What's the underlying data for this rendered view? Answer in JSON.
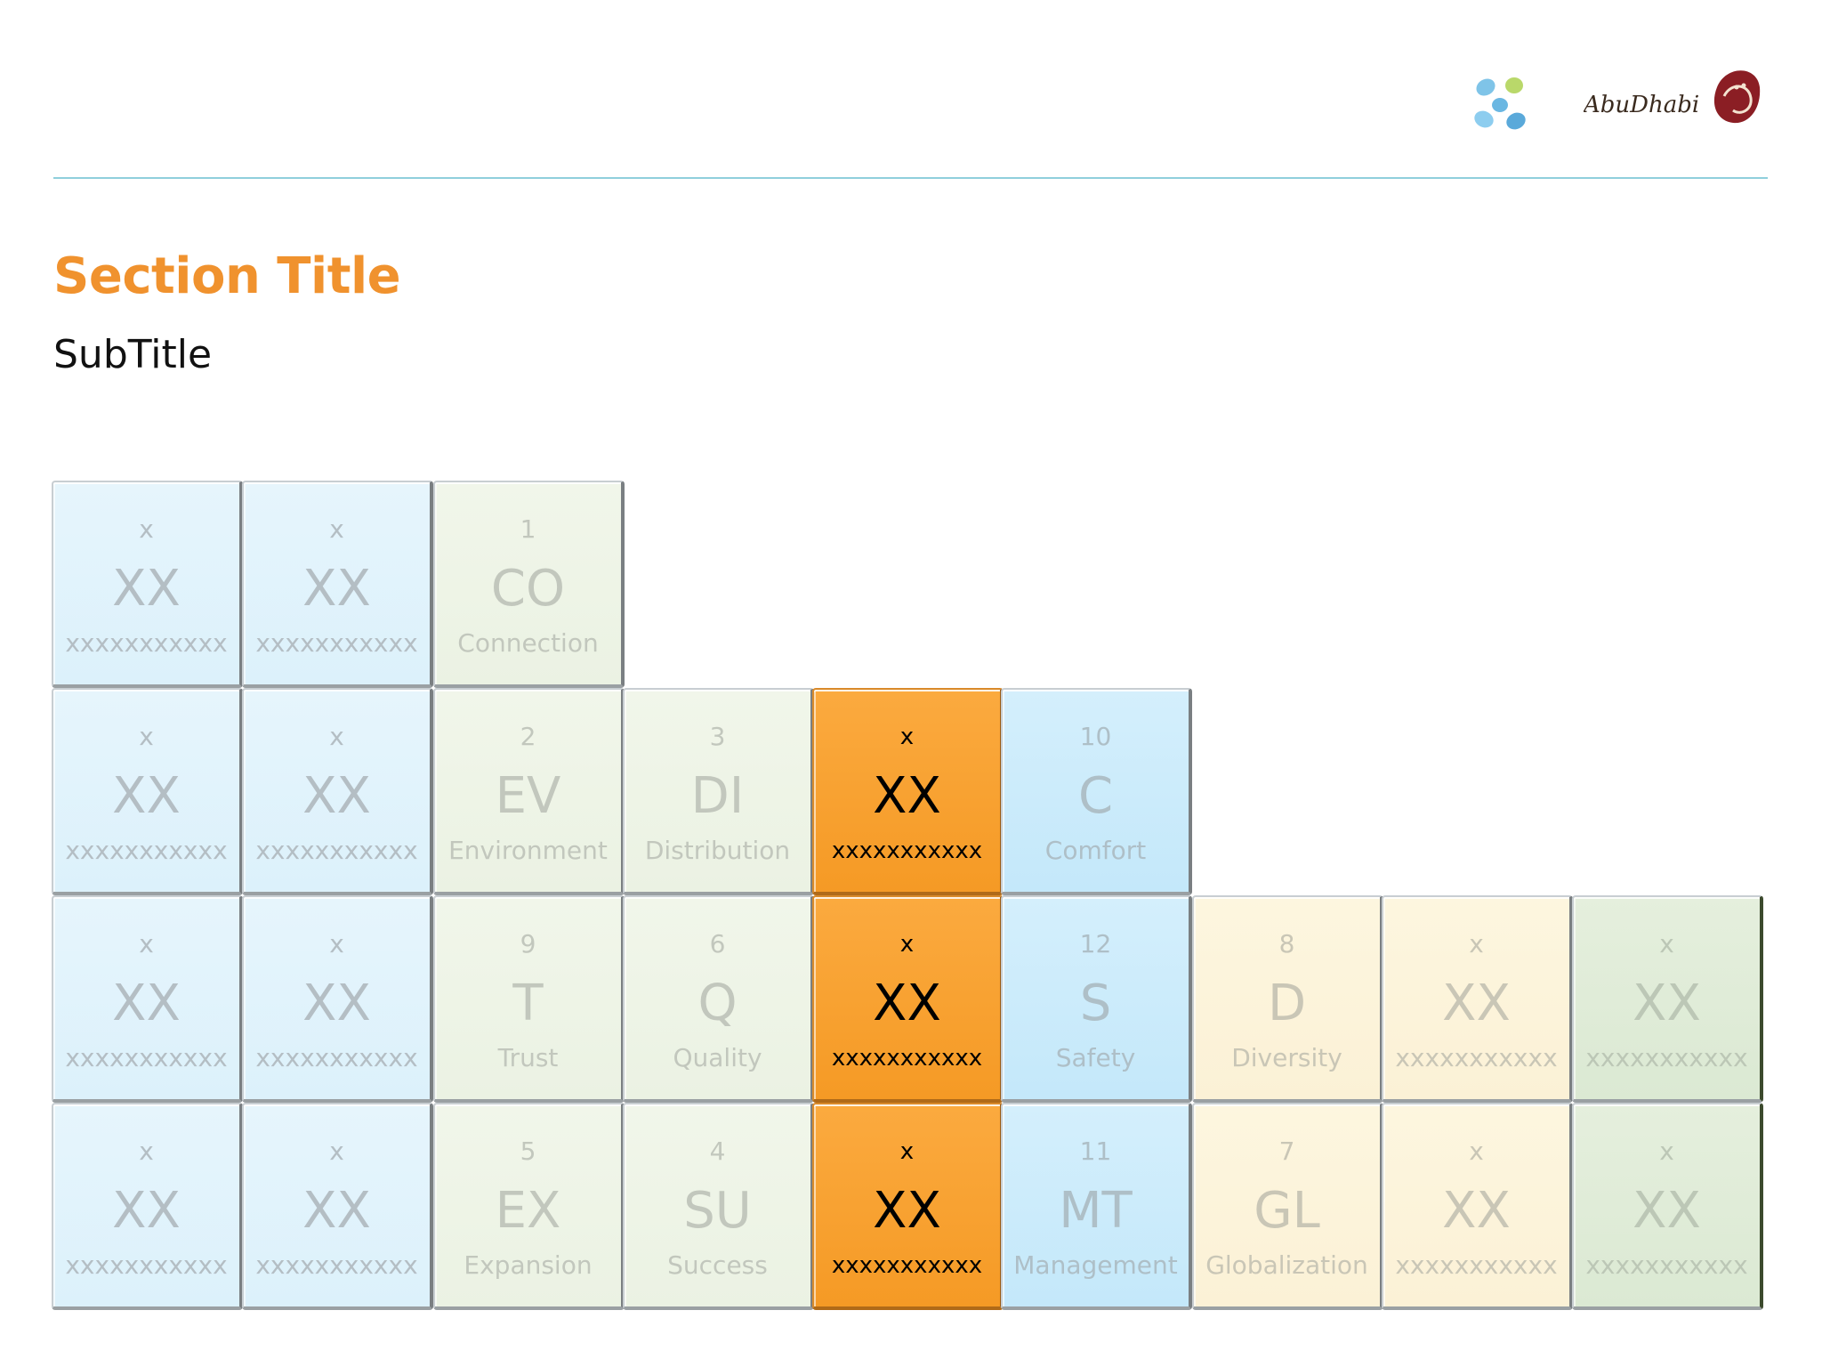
{
  "header": {
    "title": "Section Title",
    "subtitle": "SubTitle",
    "logo_text": "AbuDhabi"
  },
  "colors": {
    "title": "#f0922e",
    "rule": "#8fcfdc",
    "highlight": "#f59a25"
  },
  "tiles": [
    {
      "num": "x",
      "sym": "XX",
      "name": "xxxxxxxxxxx",
      "color": "blue"
    },
    {
      "num": "x",
      "sym": "XX",
      "name": "xxxxxxxxxxx",
      "color": "blue"
    },
    {
      "num": "1",
      "sym": "CO",
      "name": "Connection",
      "color": "green"
    },
    {
      "num": "x",
      "sym": "XX",
      "name": "xxxxxxxxxxx",
      "color": "blue"
    },
    {
      "num": "x",
      "sym": "XX",
      "name": "xxxxxxxxxxx",
      "color": "blue"
    },
    {
      "num": "2",
      "sym": "EV",
      "name": "Environment",
      "color": "green"
    },
    {
      "num": "3",
      "sym": "DI",
      "name": "Distribution",
      "color": "green"
    },
    {
      "num": "x",
      "sym": "XX",
      "name": "xxxxxxxxxxx",
      "color": "orange"
    },
    {
      "num": "10",
      "sym": "C",
      "name": "Comfort",
      "color": "cyan"
    },
    {
      "num": "x",
      "sym": "XX",
      "name": "xxxxxxxxxxx",
      "color": "blue"
    },
    {
      "num": "x",
      "sym": "XX",
      "name": "xxxxxxxxxxx",
      "color": "blue"
    },
    {
      "num": "9",
      "sym": "T",
      "name": "Trust",
      "color": "green"
    },
    {
      "num": "6",
      "sym": "Q",
      "name": "Quality",
      "color": "green"
    },
    {
      "num": "x",
      "sym": "XX",
      "name": "xxxxxxxxxxx",
      "color": "orange"
    },
    {
      "num": "12",
      "sym": "S",
      "name": "Safety",
      "color": "cyan"
    },
    {
      "num": "8",
      "sym": "D",
      "name": "Diversity",
      "color": "cream"
    },
    {
      "num": "x",
      "sym": "XX",
      "name": "xxxxxxxxxxx",
      "color": "cream"
    },
    {
      "num": "x",
      "sym": "XX",
      "name": "xxxxxxxxxxx",
      "color": "sage"
    },
    {
      "num": "x",
      "sym": "XX",
      "name": "xxxxxxxxxxx",
      "color": "blue"
    },
    {
      "num": "x",
      "sym": "XX",
      "name": "xxxxxxxxxxx",
      "color": "blue"
    },
    {
      "num": "5",
      "sym": "EX",
      "name": "Expansion",
      "color": "green"
    },
    {
      "num": "4",
      "sym": "SU",
      "name": "Success",
      "color": "green"
    },
    {
      "num": "x",
      "sym": "XX",
      "name": "xxxxxxxxxxx",
      "color": "orange"
    },
    {
      "num": "11",
      "sym": "MT",
      "name": "Management",
      "color": "cyan"
    },
    {
      "num": "7",
      "sym": "GL",
      "name": "Globalization",
      "color": "cream"
    },
    {
      "num": "x",
      "sym": "XX",
      "name": "xxxxxxxxxxx",
      "color": "cream"
    },
    {
      "num": "x",
      "sym": "XX",
      "name": "xxxxxxxxxxx",
      "color": "sage"
    }
  ]
}
